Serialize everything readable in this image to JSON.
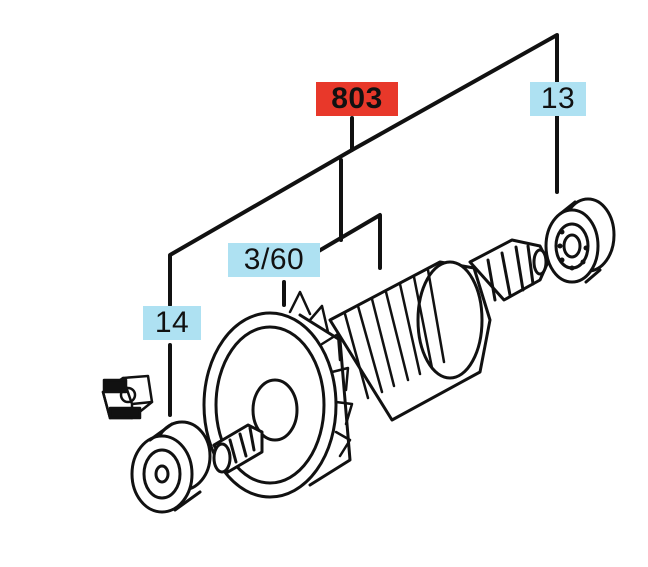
{
  "callouts": [
    {
      "id": "armature",
      "text": "803",
      "fill": "#e8382a"
    },
    {
      "id": "bearing-right",
      "text": "13",
      "fill": "#aee1f2"
    },
    {
      "id": "fan",
      "text": "3/60",
      "fill": "#aee1f2"
    },
    {
      "id": "bearing-left",
      "text": "14",
      "fill": "#aee1f2"
    }
  ],
  "colors": {
    "line": "#111111",
    "highlight": "#e8382a",
    "label": "#aee1f2"
  },
  "icons": [
    "bearing-cap",
    "armature-assembly",
    "fan-wheel",
    "ball-bearing",
    "bearing-shell"
  ]
}
